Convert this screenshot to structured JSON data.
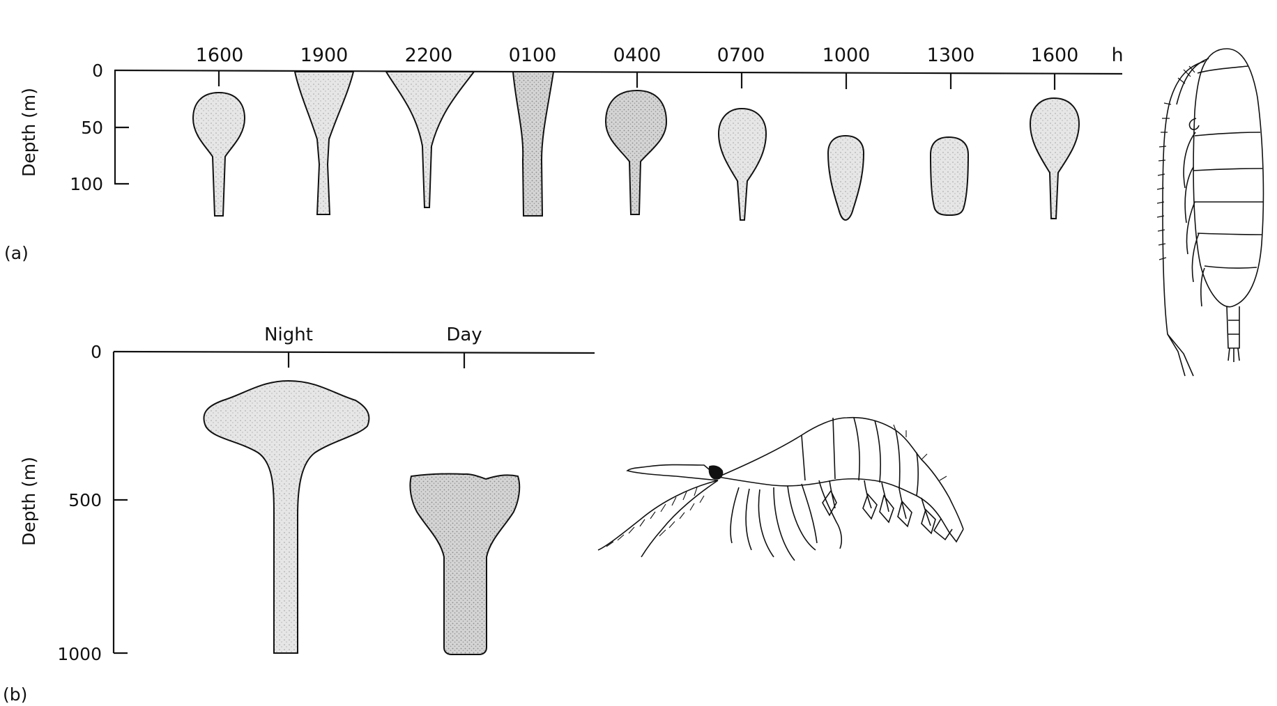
{
  "panel_a": {
    "label": "(a)",
    "y_axis_label": "Depth (m)",
    "y_ticks": [
      "0",
      "50",
      "100"
    ],
    "time_unit": "h",
    "times": [
      "1600",
      "1900",
      "2200",
      "0100",
      "0400",
      "0700",
      "1000",
      "1300",
      "1600"
    ]
  },
  "panel_b": {
    "label": "(b)",
    "y_axis_label": "Depth (m)",
    "y_ticks": [
      "0",
      "500",
      "1000"
    ],
    "columns": [
      "Night",
      "Day"
    ]
  },
  "illustrations": {
    "panel_a_organism": "copepod-drawing",
    "panel_b_organism": "shrimp-drawing"
  },
  "colors": {
    "ink": "#111111",
    "stipple": "#c9c9c9",
    "paper": "#ffffff"
  }
}
